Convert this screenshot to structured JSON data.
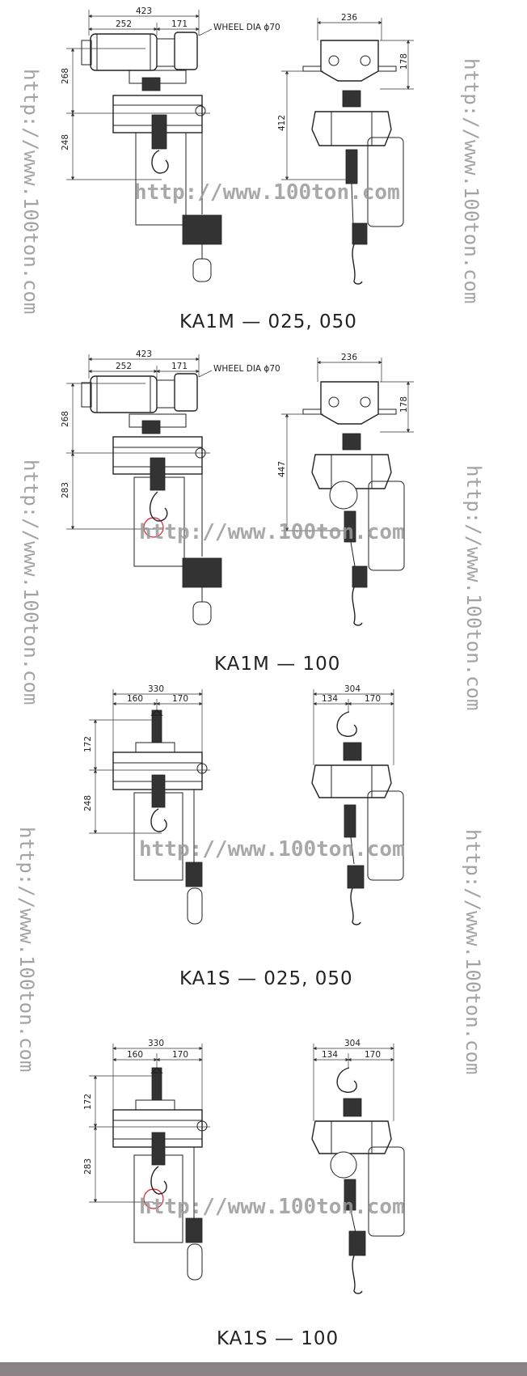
{
  "sections": [
    {
      "caption": "KA1M — 025, 050",
      "front_dims": {
        "overall": "423",
        "left": "252",
        "right": "171",
        "upper": "268",
        "lower": "248"
      },
      "wheel_note": "WHEEL DIA ϕ70",
      "side_dims": {
        "width": "236",
        "top": "178",
        "height": "412"
      }
    },
    {
      "caption": "KA1M — 100",
      "front_dims": {
        "overall": "423",
        "left": "252",
        "right": "171",
        "upper": "268",
        "lower": "283"
      },
      "wheel_note": "WHEEL DIA ϕ70",
      "side_dims": {
        "width": "236",
        "top": "178",
        "height": "447"
      }
    },
    {
      "caption": "KA1S — 025, 050",
      "front_dims": {
        "overall": "330",
        "left": "160",
        "right": "170",
        "upper": "172",
        "lower": "248"
      },
      "side_dims": {
        "width": "304",
        "left": "134",
        "right": "170"
      }
    },
    {
      "caption": "KA1S — 100",
      "front_dims": {
        "overall": "330",
        "left": "160",
        "right": "170",
        "upper": "172",
        "lower": "283"
      },
      "side_dims": {
        "width": "304",
        "left": "134",
        "right": "170"
      }
    }
  ],
  "watermark": {
    "text": "http://www.100ton.com",
    "color": "#9a9a9a"
  },
  "footer": {
    "bar_color": "#8a8284"
  }
}
